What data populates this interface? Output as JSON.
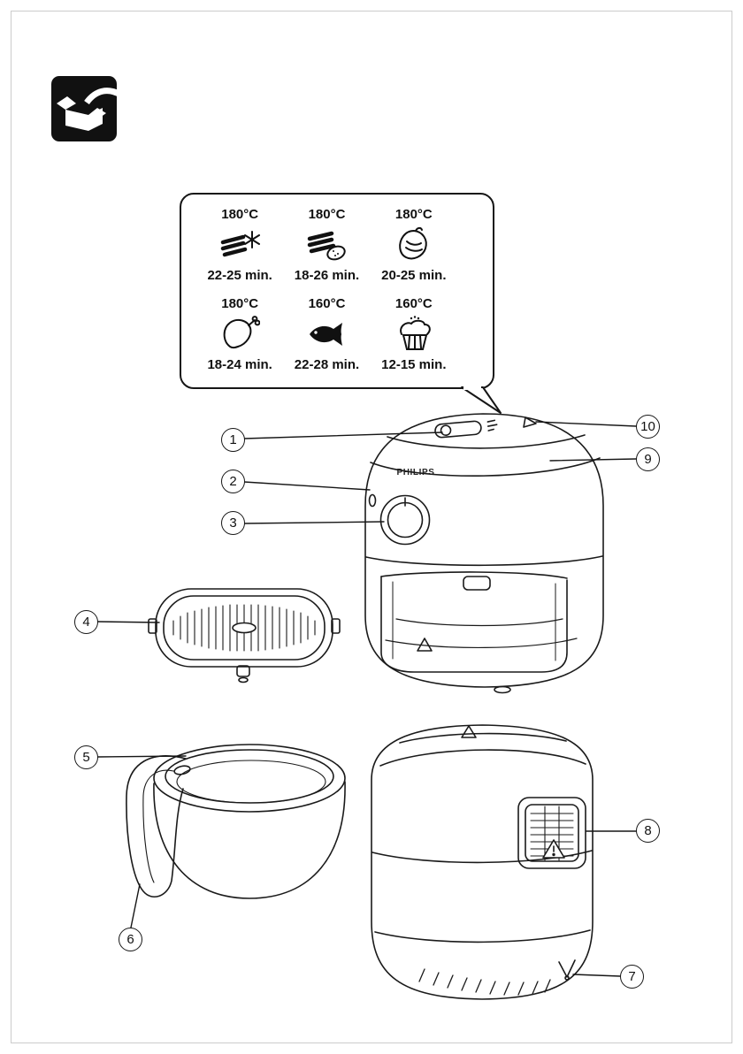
{
  "page": {
    "brand": "PHILIPS"
  },
  "icons": {
    "unbox": "unboxing-icon",
    "preset_icons": [
      "frozen-fries-icon",
      "fresh-fries-icon",
      "meat-icon",
      "chicken-drumstick-icon",
      "fish-icon",
      "muffin-icon"
    ]
  },
  "presets": {
    "items": [
      {
        "temp": "180°C",
        "time": "22-25 min.",
        "icon": "frozen-fries-icon"
      },
      {
        "temp": "180°C",
        "time": "18-26 min.",
        "icon": "fresh-fries-icon"
      },
      {
        "temp": "180°C",
        "time": "20-25 min.",
        "icon": "meat-icon"
      },
      {
        "temp": "180°C",
        "time": "18-24 min.",
        "icon": "chicken-drumstick-icon"
      },
      {
        "temp": "160°C",
        "time": "22-28 min.",
        "icon": "fish-icon"
      },
      {
        "temp": "160°C",
        "time": "12-15 min.",
        "icon": "muffin-icon"
      }
    ]
  },
  "callouts": [
    {
      "num": "1"
    },
    {
      "num": "2"
    },
    {
      "num": "3"
    },
    {
      "num": "4"
    },
    {
      "num": "5"
    },
    {
      "num": "6"
    },
    {
      "num": "7"
    },
    {
      "num": "8"
    },
    {
      "num": "9"
    },
    {
      "num": "10"
    }
  ]
}
